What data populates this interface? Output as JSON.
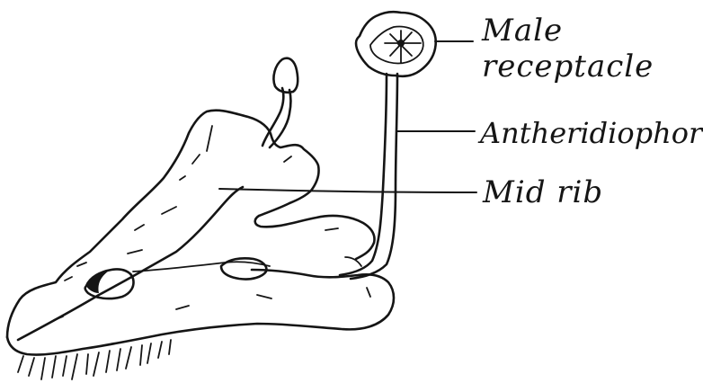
{
  "labels": {
    "male_receptacle": "Male receptacle",
    "antheridiophore": "Antheridiophore",
    "mid_rib": "Mid rib"
  },
  "caption": "",
  "colors": {
    "ink": "#151515",
    "paper": "#ffffff"
  }
}
